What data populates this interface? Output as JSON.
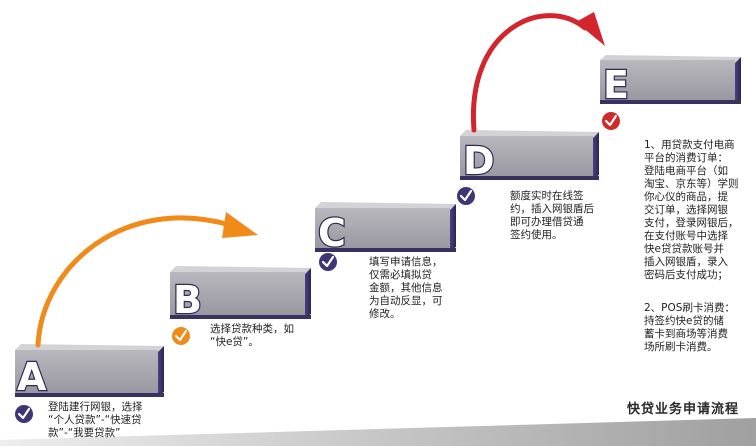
{
  "steps": [
    {
      "letter": "A",
      "text": "登陆建行网银，选择\n“个人贷款”-“快速贷\n款”-“我要贷款”"
    },
    {
      "letter": "B",
      "text": "选择贷款种类，如\n“快e贷”。"
    },
    {
      "letter": "C",
      "text": "填写申请信息，\n仅需必填拟贷\n金额，其他信息\n为自动反显，可\n修改。"
    },
    {
      "letter": "D",
      "text": "额度实时在线签\n约，插入网银盾后\n即可办理借贷通\n签约使用。"
    },
    {
      "letter": "E",
      "notes": [
        "1、用贷款支付电商\n平台的消费订单：\n登陆电商平台（如\n淘宝、京东等）学则\n你心仪的商品，提\n交订单，选择网银\n支付，登录网银后，\n在支付账号中选择\n快e贷贷款账号并\n插入网银盾，录入\n密码后支付成功；",
        "2、POS刷卡消费：\n持签约快e贷的储\n蓄卡到商场等消费\n场所刷卡消费。"
      ]
    }
  ],
  "caption": "快贷业务申请流程",
  "colors": {
    "bar_top": "#c8c8cc",
    "bar_front": "#a7a6ad",
    "bar_side": "#3d3367",
    "letter_fill": "#ffffff",
    "letter_stroke": "#2f2a55",
    "arrow_orange": "#f08a19",
    "arrow_red": "#d2252c",
    "check_dark": "#3f3575",
    "check_orange": "#f08a19",
    "check_red": "#cf2b2b",
    "ground": "#8a8a8a"
  },
  "icons": {
    "check": "check-circle-icon",
    "arrow_ab": "curved-arrow-icon",
    "arrow_de": "curved-arrow-icon"
  }
}
